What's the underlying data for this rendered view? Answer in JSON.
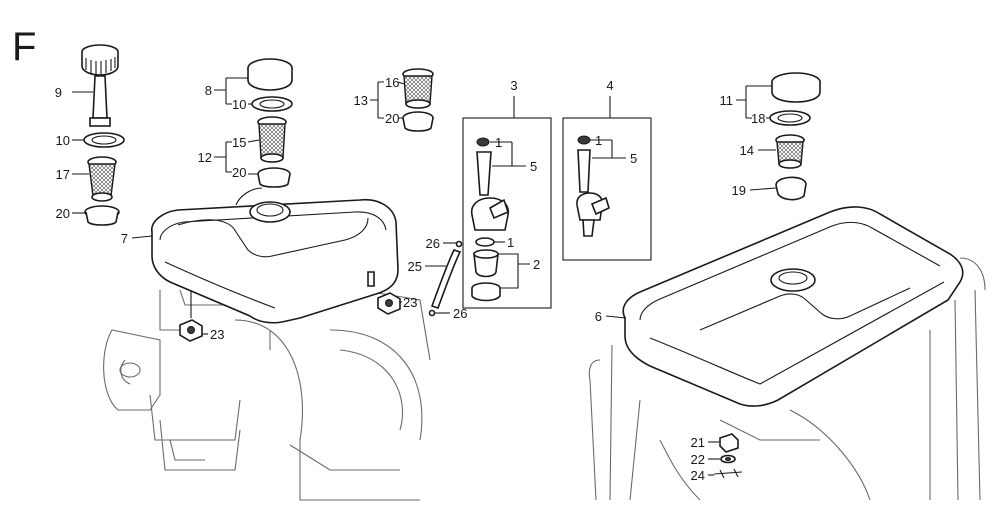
{
  "section_letter": "F",
  "callouts": [
    {
      "id": "c-9",
      "text": "9"
    },
    {
      "id": "c-10a",
      "text": "10"
    },
    {
      "id": "c-17",
      "text": "17"
    },
    {
      "id": "c-20a",
      "text": "20"
    },
    {
      "id": "c-7",
      "text": "7"
    },
    {
      "id": "c-8",
      "text": "8"
    },
    {
      "id": "c-10b",
      "text": "10"
    },
    {
      "id": "c-12",
      "text": "12"
    },
    {
      "id": "c-15",
      "text": "15"
    },
    {
      "id": "c-20b",
      "text": "20"
    },
    {
      "id": "c-13",
      "text": "13"
    },
    {
      "id": "c-16",
      "text": "16"
    },
    {
      "id": "c-20c",
      "text": "20"
    },
    {
      "id": "c-3",
      "text": "3"
    },
    {
      "id": "c-1a",
      "text": "1"
    },
    {
      "id": "c-5a",
      "text": "5"
    },
    {
      "id": "c-26a",
      "text": "26"
    },
    {
      "id": "c-1b",
      "text": "1"
    },
    {
      "id": "c-2",
      "text": "2"
    },
    {
      "id": "c-25",
      "text": "25"
    },
    {
      "id": "c-26b",
      "text": "26"
    },
    {
      "id": "c-4",
      "text": "4"
    },
    {
      "id": "c-1c",
      "text": "1"
    },
    {
      "id": "c-5b",
      "text": "5"
    },
    {
      "id": "c-23a",
      "text": "23"
    },
    {
      "id": "c-23b",
      "text": "23"
    },
    {
      "id": "c-11",
      "text": "11"
    },
    {
      "id": "c-18",
      "text": "18"
    },
    {
      "id": "c-14",
      "text": "14"
    },
    {
      "id": "c-19",
      "text": "19"
    },
    {
      "id": "c-6",
      "text": "6"
    },
    {
      "id": "c-21",
      "text": "21"
    },
    {
      "id": "c-22",
      "text": "22"
    },
    {
      "id": "c-24",
      "text": "24"
    }
  ]
}
